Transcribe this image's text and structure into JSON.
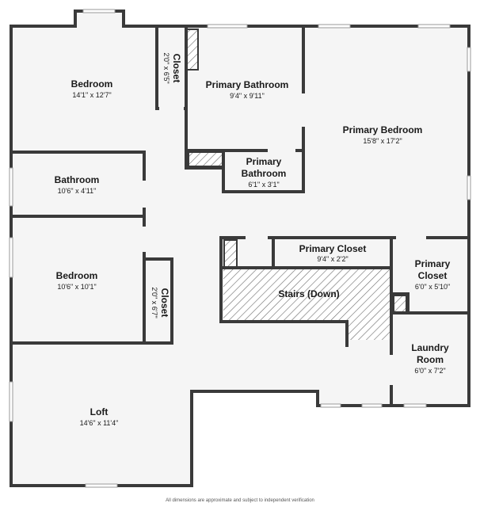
{
  "rooms": [
    {
      "id": "bedroom-1",
      "name": "Bedroom",
      "dims": "14'1\" x 12'7\""
    },
    {
      "id": "closet-1",
      "name": "Closet",
      "dims": "2'0\" x 6'5\""
    },
    {
      "id": "primary-bathroom",
      "name": "Primary Bathroom",
      "dims": "9'4\" x 9'11\""
    },
    {
      "id": "primary-bedroom",
      "name": "Primary Bedroom",
      "dims": "15'8\" x 17'2\""
    },
    {
      "id": "bathroom",
      "name": "Bathroom",
      "dims": "10'6\" x 4'11\""
    },
    {
      "id": "primary-bathroom-2",
      "name_line1": "Primary",
      "name_line2": "Bathroom",
      "dims": "6'1\" x 3'1\""
    },
    {
      "id": "bedroom-2",
      "name": "Bedroom",
      "dims": "10'6\" x 10'1\""
    },
    {
      "id": "closet-2",
      "name": "Closet",
      "dims": "2'0\" x 6'7\""
    },
    {
      "id": "primary-closet",
      "name": "Primary Closet",
      "dims": "9'4\" x 2'2\""
    },
    {
      "id": "primary-closet-2",
      "name_line1": "Primary",
      "name_line2": "Closet",
      "dims": "6'0\" x 5'10\""
    },
    {
      "id": "stairs",
      "name": "Stairs (Down)"
    },
    {
      "id": "laundry",
      "name_line1": "Laundry",
      "name_line2": "Room",
      "dims": "6'0\" x 7'2\""
    },
    {
      "id": "loft",
      "name": "Loft",
      "dims": "14'6\" x 11'4\""
    }
  ],
  "disclaimer": "All dimensions are approximate and subject to independent verification",
  "colors": {
    "floor": "#f5f5f5",
    "wall": "#3a3a3a",
    "text": "#1a1a1a"
  }
}
